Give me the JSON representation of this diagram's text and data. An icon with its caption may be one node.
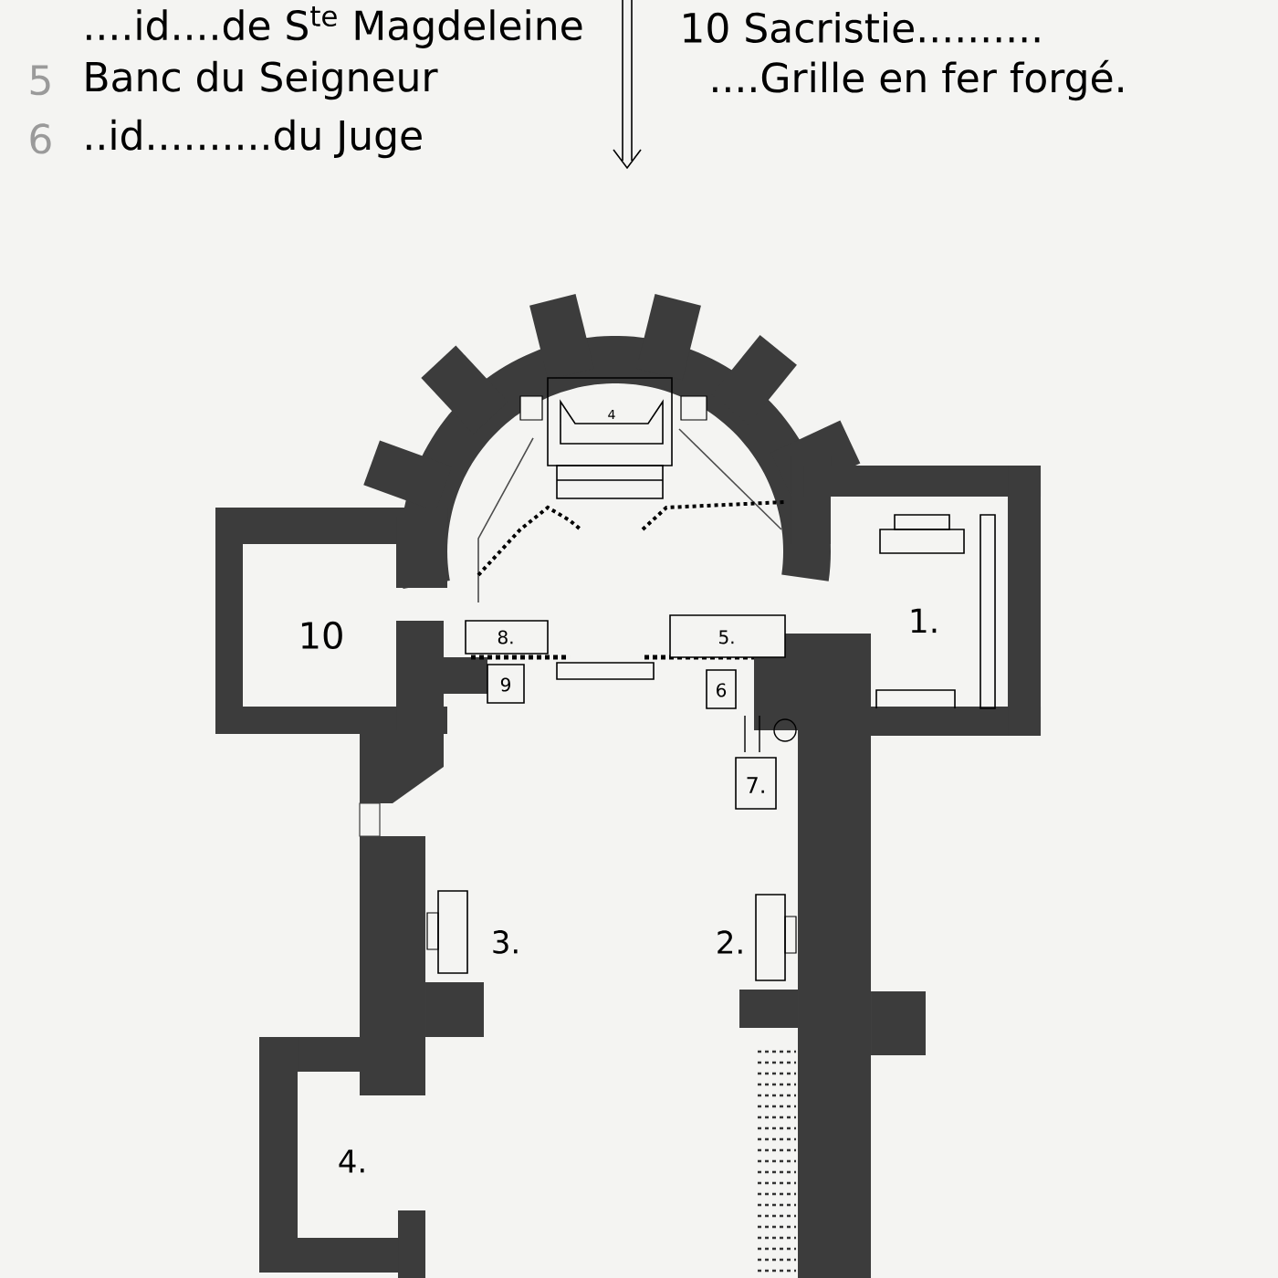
{
  "diagram": {
    "labels": [
      "....id....de S$^{te}$ Magdeleine",
      "10 Sacristie..........",
      "5",
      "Banc du Seigneur",
      "....Grille en fer forgé.",
      "6",
      "..id..........du Juge",
      "4",
      "10",
      "8.",
      "5.",
      "1.",
      "9",
      "6",
      "7.",
      "3.",
      "2.",
      "4."
    ]
  }
}
